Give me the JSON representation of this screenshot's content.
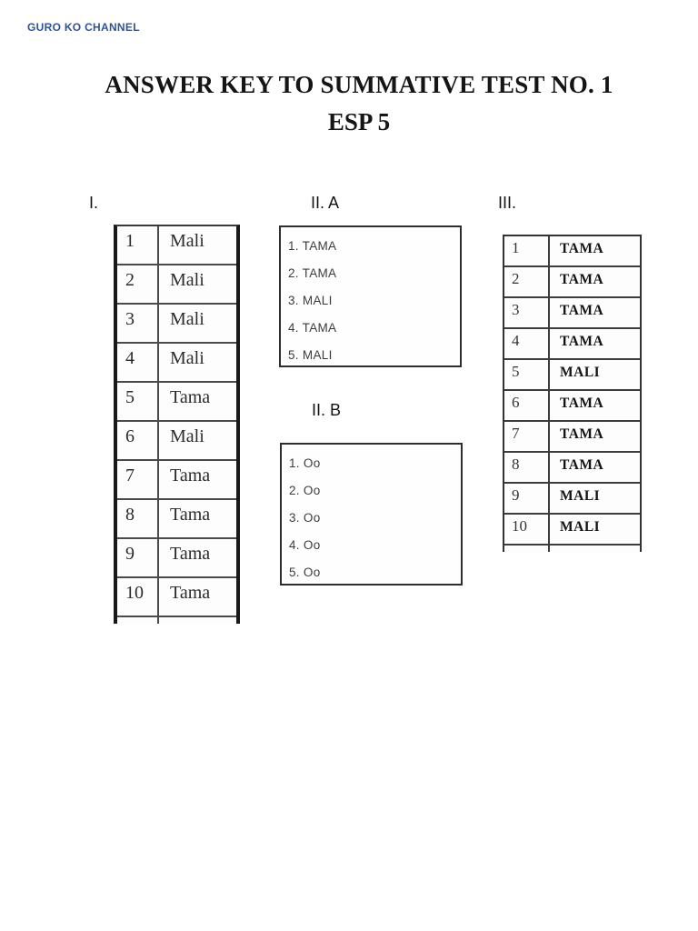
{
  "page": {
    "brand": "GURO KO CHANNEL",
    "title_line1": "ANSWER KEY TO SUMMATIVE TEST NO. 1",
    "title_line2": "ESP 5"
  },
  "colors": {
    "brand_blue": "#2f5496",
    "text_dark": "#151515"
  },
  "section1": {
    "label": "I.",
    "rows": [
      {
        "num": "1",
        "answer": "Mali"
      },
      {
        "num": "2",
        "answer": "Mali"
      },
      {
        "num": "3",
        "answer": "Mali"
      },
      {
        "num": "4",
        "answer": "Mali"
      },
      {
        "num": "5",
        "answer": "Tama"
      },
      {
        "num": "6",
        "answer": "Mali"
      },
      {
        "num": "7",
        "answer": "Tama"
      },
      {
        "num": "8",
        "answer": "Tama"
      },
      {
        "num": "9",
        "answer": "Tama"
      },
      {
        "num": "10",
        "answer": "Tama"
      }
    ]
  },
  "section2a": {
    "label": "II. A",
    "items": [
      "1. TAMA",
      "2. TAMA",
      "3. MALI",
      "4. TAMA",
      "5. MALI"
    ]
  },
  "section2b": {
    "label": "II. B",
    "items": [
      "1. Oo",
      "2. Oo",
      "3. Oo",
      "4. Oo",
      "5. Oo"
    ]
  },
  "section3": {
    "label": "III.",
    "rows": [
      {
        "num": "1",
        "answer": "TAMA"
      },
      {
        "num": "2",
        "answer": "TAMA"
      },
      {
        "num": "3",
        "answer": "TAMA"
      },
      {
        "num": "4",
        "answer": "TAMA"
      },
      {
        "num": "5",
        "answer": "MALI"
      },
      {
        "num": "6",
        "answer": "TAMA"
      },
      {
        "num": "7",
        "answer": "TAMA"
      },
      {
        "num": "8",
        "answer": "TAMA"
      },
      {
        "num": "9",
        "answer": "MALI"
      },
      {
        "num": "10",
        "answer": "MALI"
      }
    ]
  }
}
